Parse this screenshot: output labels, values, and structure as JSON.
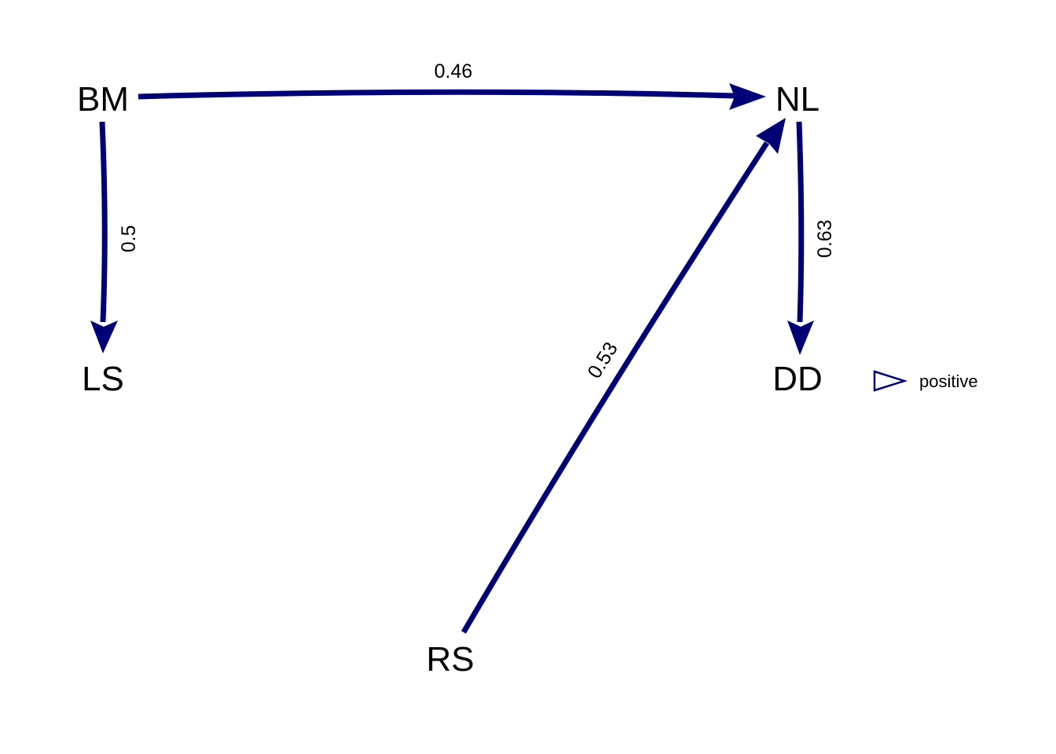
{
  "colors": {
    "positive": "#000077",
    "background": "#ffffff",
    "text": "#000000"
  },
  "nodes": {
    "bm": "BM",
    "nl": "NL",
    "ls": "LS",
    "dd": "DD",
    "rs": "RS"
  },
  "edges": [
    {
      "from": "BM",
      "to": "NL",
      "label": "0.46",
      "sign": "positive"
    },
    {
      "from": "BM",
      "to": "LS",
      "label": "0.5",
      "sign": "positive"
    },
    {
      "from": "NL",
      "to": "DD",
      "label": "0.63",
      "sign": "positive"
    },
    {
      "from": "RS",
      "to": "NL",
      "label": "0.53",
      "sign": "positive"
    }
  ],
  "legend": {
    "items": [
      {
        "label": "positive",
        "icon": "triangle-outline-icon"
      }
    ]
  }
}
